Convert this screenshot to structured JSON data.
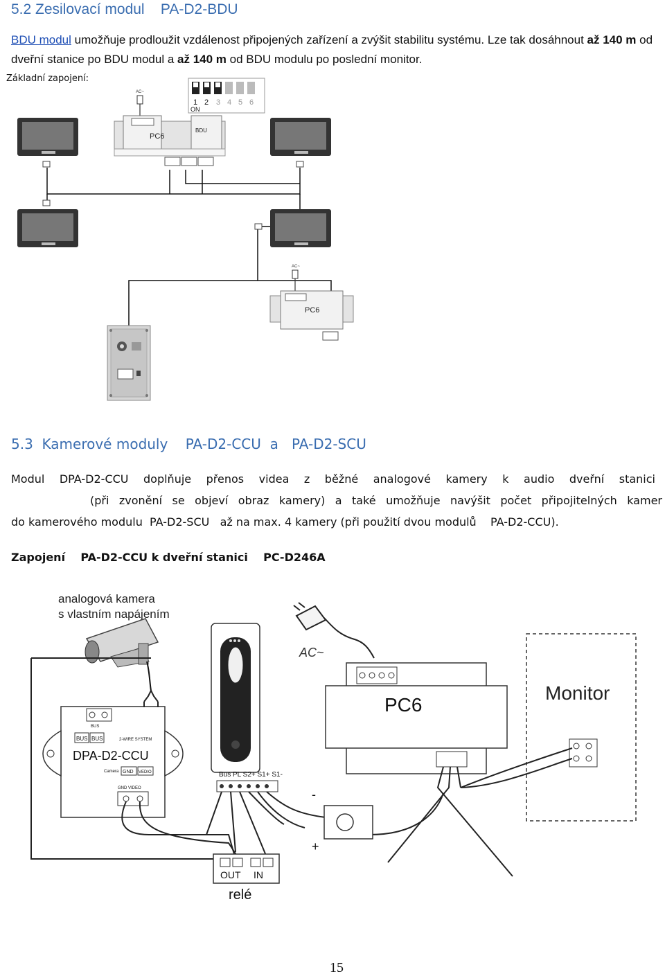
{
  "section52": {
    "title": "5.2 Zesilovací modul    PA-D2-BDU",
    "para_link": "BDU modul",
    "para_part1": " umožňuje prodloužit vzdálenost připojených zařízení a zvýšit stabilitu systému. Lze tak dosáhnout ",
    "para_bold1": "až 140 m",
    "para_part2": " od dveřní stanice po BDU modul a ",
    "para_bold2": "až 140 m",
    "para_part3": " od BDU modulu po poslední monitor.",
    "diagram_caption": "Základní zapojení:",
    "diagram": {
      "dip_numbers": [
        "1",
        "2",
        "3",
        "4",
        "5",
        "6"
      ],
      "dip_on": "ON",
      "ac_label": "AC~",
      "pc6_label": "PC6",
      "bdu_label": "BDU"
    }
  },
  "section53": {
    "title": "5.3  Kamerové moduly    PA-D2-CCU  a   PA-D2-SCU",
    "para_line1": "Modul DPA-D2-CCU doplňuje přenos videa z běžné analogové kamery k audio dveřní stanici",
    "para_line2": "(při zvonění se objeví obraz kamery) a také umožňuje navýšit počet připojitelných kamer",
    "para_line3": "do kamerového modulu  PA-D2-SCU   až na max. 4 kamery (při použití dvou modulů    PA-D2-CCU).",
    "connection_title": "Zapojení    PA-D2-CCU k dveřní stanici    PC-D246A",
    "diagram": {
      "camera_label_1": "analogová kamera",
      "camera_label_2": "s vlastním napájením",
      "ac_label": "AC~",
      "pc6_label": "PC6",
      "monitor_label": "Monitor",
      "ccu_title": "DPA-D2-CCU",
      "ccu_bus_1": "BUS",
      "ccu_bus_2": "BUS",
      "ccu_system": "2-WIRE SYSTEM",
      "ccu_camera": "Camera",
      "ccu_gnd": "GND",
      "ccu_video": "VEDIO",
      "ccu_gnd_video": "GND VIDEO",
      "ccu_top_bus": "BUS",
      "terminal_labels": "Bus  PL S2+ S1+ S1-",
      "minus": "-",
      "plus": "+",
      "relay_out": "OUT",
      "relay_in": "IN",
      "relay_label": "relé"
    }
  },
  "page_number": "15"
}
